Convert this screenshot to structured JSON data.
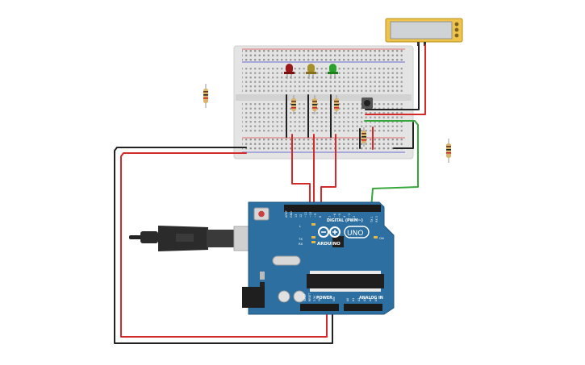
{
  "board": {
    "brand": "ARDUINO",
    "model": "UNO",
    "digital_header": "DIGITAL (PWM~)",
    "analog_header": "ANALOG IN",
    "power_header": "POWER",
    "tx_label": "TX",
    "rx_label": "RX",
    "l_label": "L",
    "on_label": "ON",
    "aref_label": "AREF",
    "gnd_label": "GND",
    "reset_label": "RESET",
    "ioref_label": "IOREF",
    "v33_label": "3.3V",
    "v5_label": "5V",
    "vin_label": "VIN",
    "pin13": "13",
    "pin12": "12",
    "pin11": "~11",
    "pin10": "~10",
    "pin9": "~9",
    "pin8": "8",
    "pin7": "7",
    "pin6": "~6",
    "pin5": "~5",
    "pin4": "4",
    "pin3": "~3",
    "pin2": "2",
    "tx_pin": "TX 1",
    "rx_pin": "RX 0",
    "a0": "A0",
    "a1": "A1",
    "a2": "A2",
    "a3": "A3",
    "a4": "A4",
    "a5": "A5"
  },
  "colors": {
    "board": "#2c6fa0",
    "board_edge": "#1e5580",
    "breadboard": "#e6e6e6",
    "wire_red": "#d42a2a",
    "wire_black": "#222222",
    "wire_green": "#36a83a",
    "led_red": "#9a1a1a",
    "led_yellow": "#a7902a",
    "led_green": "#2aa12a",
    "lcd_frame": "#f0c44a",
    "lcd_screen": "#cfd3d6"
  },
  "icons": {
    "usb_cable": "usb-cable-icon",
    "push_button": "push-button-icon",
    "reset_button": "reset-button-icon"
  }
}
